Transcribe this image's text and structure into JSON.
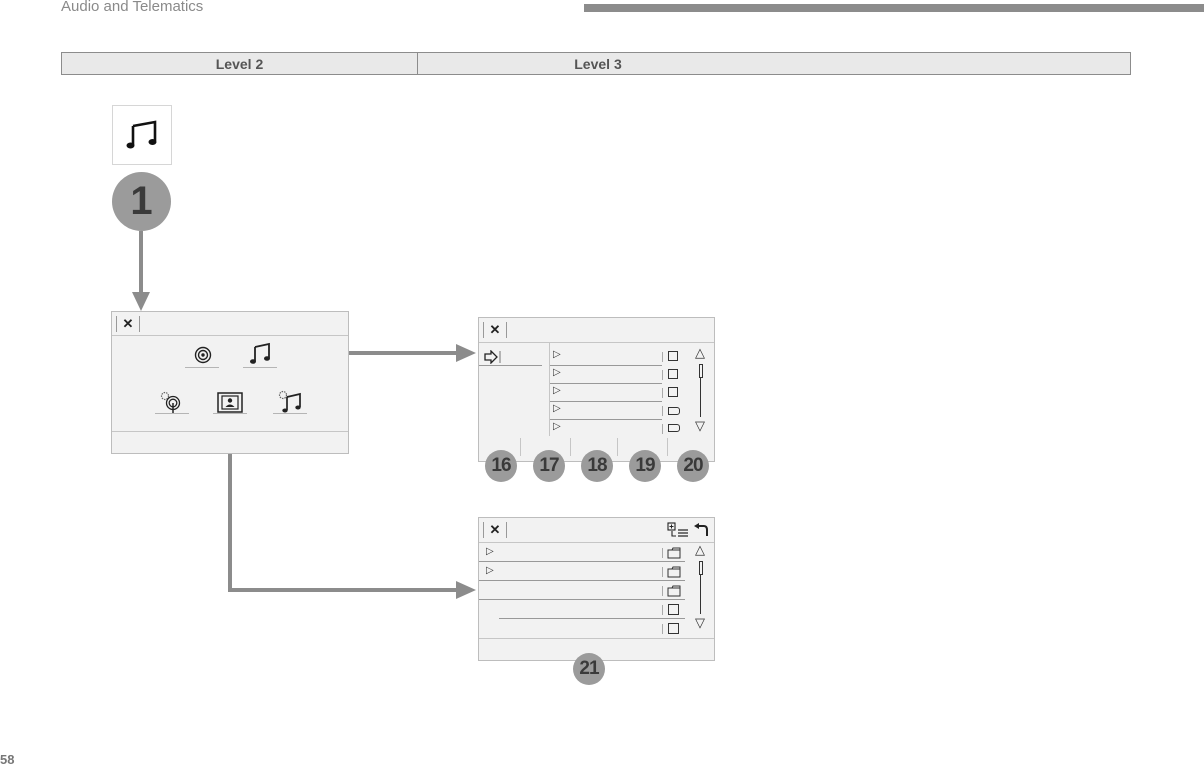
{
  "header": {
    "section_title": "Audio and Telematics"
  },
  "level_table": {
    "level2": "Level 2",
    "level3": "Level 3"
  },
  "badges": {
    "main": "1",
    "playback": [
      "16",
      "17",
      "18",
      "19",
      "20"
    ],
    "media": "21"
  },
  "icons": {
    "main_tile": "music-note-icon",
    "close": "close-icon",
    "radio": "radio-antenna-icon",
    "music": "music-note-icon",
    "radio_settings": "radio-settings-icon",
    "media_source": "media-source-icon",
    "music_settings": "music-settings-icon",
    "source_input": "source-input-icon",
    "sort_list": "sort-list-icon",
    "back": "back-arrow-icon",
    "scroll_up": "scroll-up-icon",
    "scroll_down": "scroll-down-icon"
  },
  "close_glyph": "✕",
  "page_number": "58",
  "colors": {
    "badge": "#9b9b9b",
    "arrow": "#8c8c8c",
    "screen_bg": "#f2f2f2"
  }
}
